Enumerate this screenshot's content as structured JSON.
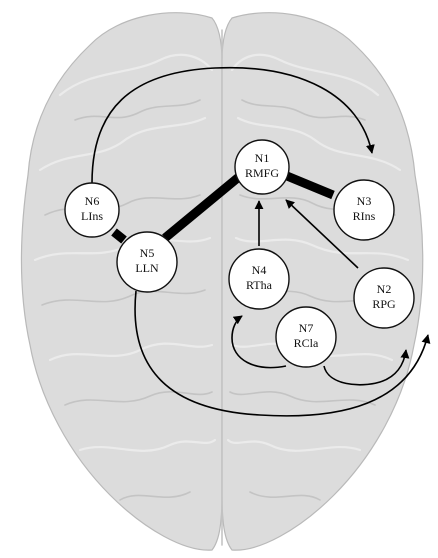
{
  "colors": {
    "brain": "#dcdcdc",
    "edge": "#000000",
    "node_fill": "#ffffff"
  },
  "nodes": [
    {
      "id": "N1",
      "abbr": "RMFG"
    },
    {
      "id": "N2",
      "abbr": "RPG"
    },
    {
      "id": "N3",
      "abbr": "RIns"
    },
    {
      "id": "N4",
      "abbr": "RTha"
    },
    {
      "id": "N5",
      "abbr": "LLN"
    },
    {
      "id": "N6",
      "abbr": "LIns"
    },
    {
      "id": "N7",
      "abbr": "RCla"
    }
  ],
  "edges": [
    {
      "from": "N1",
      "to": "N5",
      "style": "thick"
    },
    {
      "from": "N1",
      "to": "N3",
      "style": "thick"
    },
    {
      "from": "N5",
      "to": "N6",
      "style": "thick"
    },
    {
      "from": "N4",
      "to": "N1",
      "style": "arrow"
    },
    {
      "from": "N2",
      "to": "N1",
      "style": "arrow"
    },
    {
      "from": "N6",
      "to": "N3",
      "style": "arrow"
    },
    {
      "from": "N7",
      "to": "N4",
      "style": "arrow"
    },
    {
      "from": "N7",
      "to": "N2",
      "style": "arrow"
    },
    {
      "from": "N5",
      "to": "N2",
      "style": "arrow"
    }
  ]
}
